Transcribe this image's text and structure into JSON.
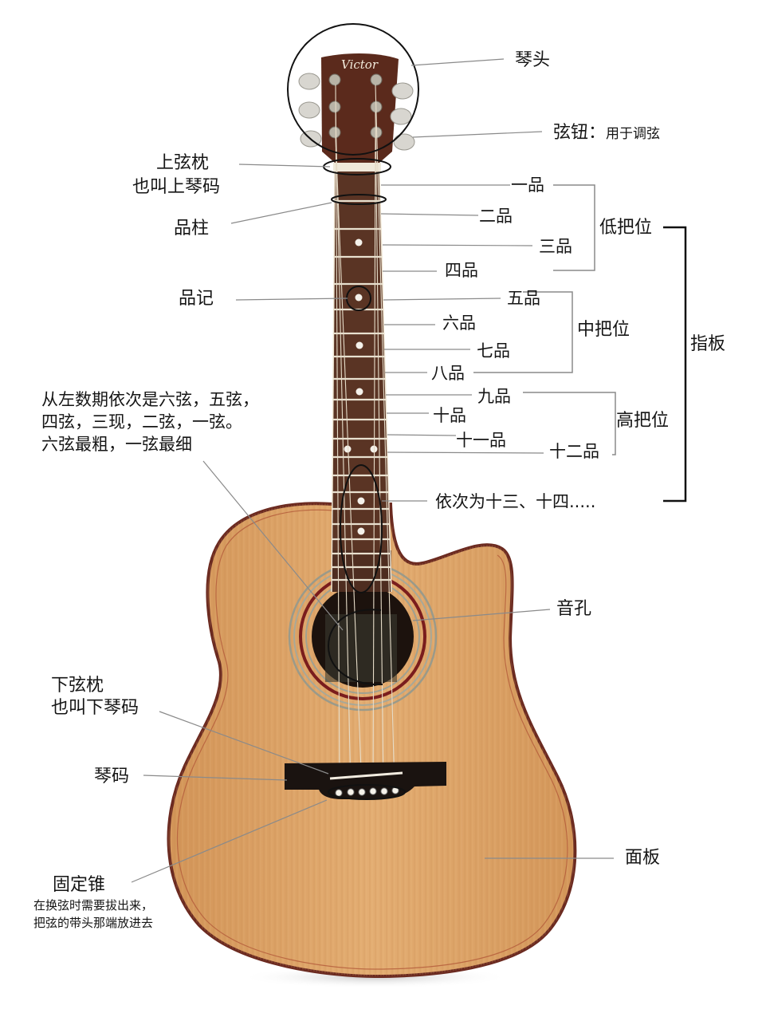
{
  "diagram": {
    "subject": "acoustic guitar anatomy",
    "brand_on_headstock": "Victor",
    "colors": {
      "background": "#ffffff",
      "top_wood": "#d9a064",
      "top_wood_light": "#e8b57a",
      "binding": "#7a2e22",
      "fretboard": "#5a3424",
      "headstock": "#5b2a1c",
      "soundhole": "#1c120d",
      "bridge": "#1a1310",
      "fret_wire": "#e8e0cf",
      "leader_line": "#8a8a8a",
      "bracket_line": "#111111",
      "annotation_ring": "#111111"
    }
  },
  "labels": {
    "headstock": "琴头",
    "tuners": "弦钮：",
    "tuners_note": "用于调弦",
    "nut_line1": "上弦枕",
    "nut_line2": "也叫上琴码",
    "fret_wire": "品柱",
    "fret_marker": "品记",
    "strings_note": "从左数期依次是六弦，五弦，\n四弦，三现，二弦，一弦。\n六弦最粗，一弦最细",
    "soundhole": "音孔",
    "saddle_line1": "下弦枕",
    "saddle_line2": "也叫下琴码",
    "bridge": "琴码",
    "bridge_pins": "固定锥",
    "bridge_pins_note": "在换弦时需要拔出来，\n把弦的带头那端放进去",
    "top": "面板"
  },
  "frets": [
    {
      "label": "一品"
    },
    {
      "label": "二品"
    },
    {
      "label": "三品"
    },
    {
      "label": "四品"
    },
    {
      "label": "五品"
    },
    {
      "label": "六品"
    },
    {
      "label": "七品"
    },
    {
      "label": "八品"
    },
    {
      "label": "九品"
    },
    {
      "label": "十品"
    },
    {
      "label": "十一品"
    },
    {
      "label": "十二品"
    }
  ],
  "frets_more": "依次为十三、十四.....",
  "positions": {
    "low": "低把位",
    "middle": "中把位",
    "high": "高把位",
    "fingerboard": "指板"
  }
}
